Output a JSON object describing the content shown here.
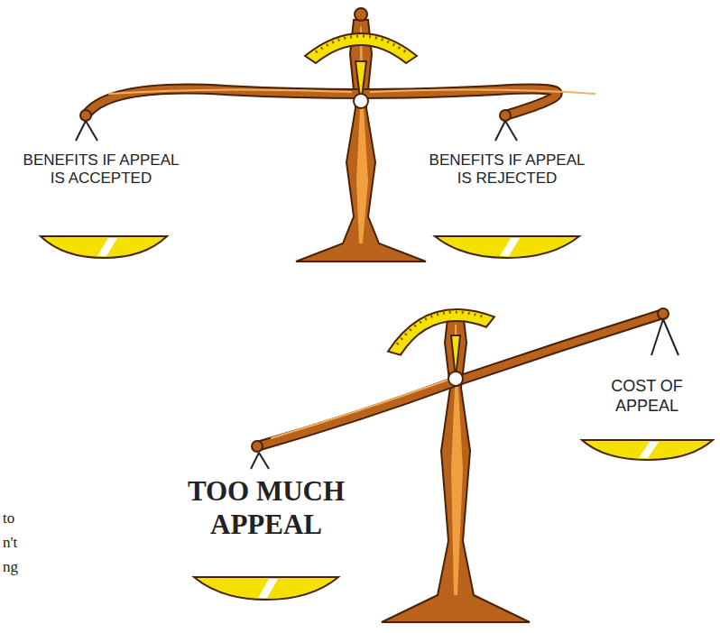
{
  "diagram": {
    "labels": [
      "BENEFITS IF APPEAL IS ACCEPTED",
      "BENEFITS IF APPEAL IS REJECTED",
      "TOO MUCH APPEAL",
      "COST OF APPEAL",
      "to",
      "n't",
      "ng"
    ]
  }
}
